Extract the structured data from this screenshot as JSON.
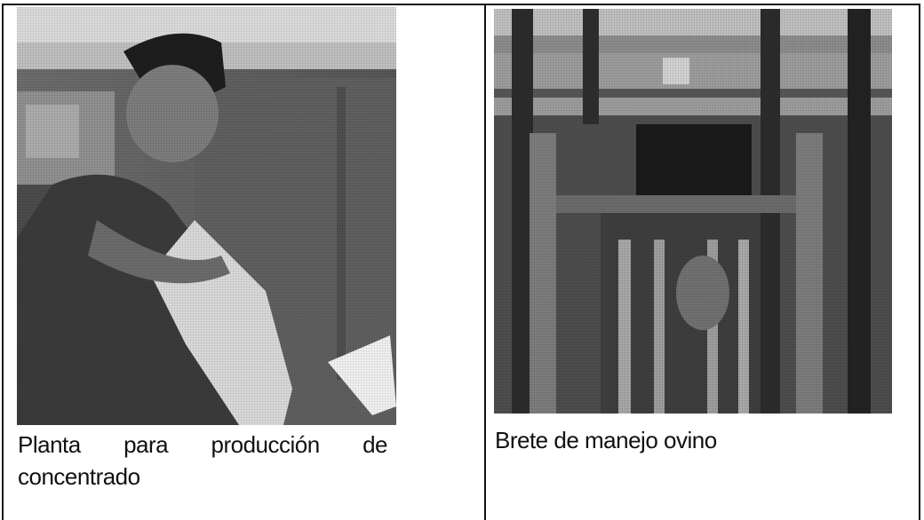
{
  "figure_table": {
    "left": {
      "photo_alt": "planta-produccion-concentrado-photo",
      "caption_words": [
        "Planta",
        "para",
        "producción",
        "de"
      ],
      "caption_line2": "concentrado"
    },
    "right": {
      "photo_alt": "brete-manejo-ovino-photo",
      "caption": "Brete de manejo ovino"
    }
  }
}
